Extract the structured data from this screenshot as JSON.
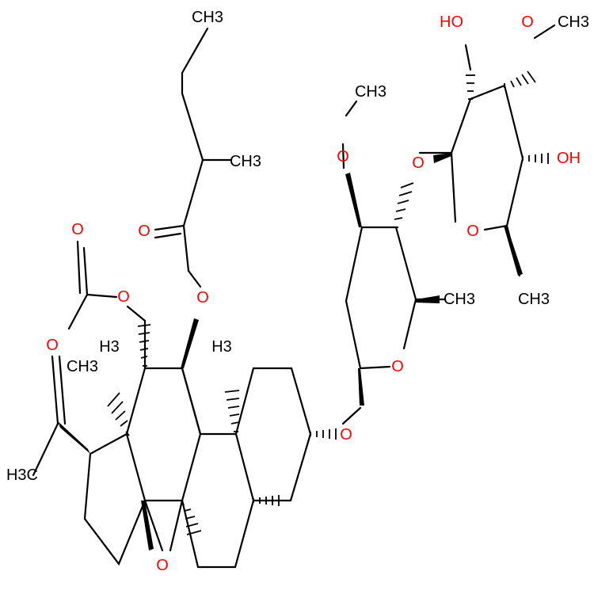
{
  "diagram": {
    "type": "chemical-structure",
    "background": "#ffffff",
    "colors": {
      "bond": "#000000",
      "carbon_label": "#000000",
      "oxygen_label": "#ff0000"
    },
    "labels": [
      {
        "id": "ch3-top",
        "text": "CH3",
        "sub": "3",
        "color": "black"
      },
      {
        "id": "ch3-branch",
        "text": "CH3",
        "sub": "3",
        "color": "black"
      },
      {
        "id": "o-ester-carbonyl",
        "text": "O",
        "color": "red"
      },
      {
        "id": "o-ester-link",
        "text": "O",
        "color": "red"
      },
      {
        "id": "o-acetyl-carbonyl",
        "text": "O",
        "color": "red"
      },
      {
        "id": "o-acetyl-link",
        "text": "O",
        "color": "red"
      },
      {
        "id": "ch3-acetyl",
        "text": "CH3",
        "color": "black"
      },
      {
        "id": "h3-c18",
        "text": "H3",
        "color": "black"
      },
      {
        "id": "h3-c19",
        "text": "H3",
        "color": "black"
      },
      {
        "id": "o-ketone",
        "text": "O",
        "color": "red"
      },
      {
        "id": "h3c-ketone",
        "text": "H3C",
        "color": "black"
      },
      {
        "id": "o-epoxide",
        "text": "O",
        "color": "red"
      },
      {
        "id": "o-glycoside",
        "text": "O",
        "color": "red"
      },
      {
        "id": "o-sugar1-ring",
        "text": "O",
        "color": "red"
      },
      {
        "id": "ch3-sugar1",
        "text": "CH3",
        "color": "black"
      },
      {
        "id": "o-sugar1-methoxy",
        "text": "O",
        "color": "red"
      },
      {
        "id": "ch3-sugar1-methoxy",
        "text": "CH3",
        "color": "black"
      },
      {
        "id": "o-interglycoside",
        "text": "O",
        "color": "red"
      },
      {
        "id": "o-sugar2-ring",
        "text": "O",
        "color": "red"
      },
      {
        "id": "ch3-sugar2",
        "text": "CH3",
        "color": "black"
      },
      {
        "id": "oh-sugar2-a",
        "text": "HO",
        "color": "red"
      },
      {
        "id": "o-sugar2-methoxy",
        "text": "O",
        "color": "red"
      },
      {
        "id": "ch3-sugar2-methoxy",
        "text": "CH3",
        "color": "black"
      },
      {
        "id": "oh-sugar2-b",
        "text": "OH",
        "color": "red"
      }
    ]
  }
}
